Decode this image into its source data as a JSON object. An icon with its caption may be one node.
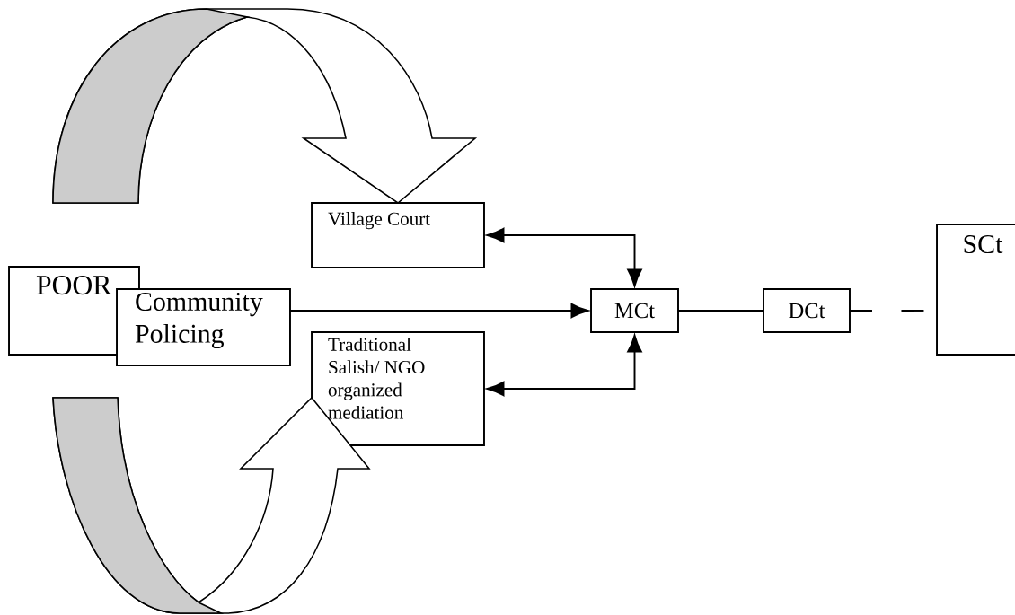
{
  "diagram": {
    "nodes": [
      {
        "text": [
          "POOR"
        ]
      },
      {
        "text": [
          "Community Policing"
        ]
      },
      {
        "text": [
          "Village Court"
        ]
      },
      {
        "text": [
          "Traditional Salish/ NGO organized mediation"
        ]
      },
      {
        "text": [
          "MCt"
        ]
      },
      {
        "text": [
          "DCt"
        ]
      },
      {
        "text": [
          "SCt"
        ]
      }
    ],
    "edges": [
      {
        "from": 1,
        "to": 4,
        "arrow": "to"
      },
      {
        "from": 4,
        "to": 2,
        "arrow": "both"
      },
      {
        "from": 4,
        "to": 3,
        "arrow": "both"
      },
      {
        "from": 4,
        "to": 5,
        "arrow": "none"
      },
      {
        "from": 5,
        "to": 6,
        "arrow": "none",
        "style": "dashed"
      },
      {
        "from": null,
        "to": 2,
        "arrow": "to"
      },
      {
        "from": null,
        "to": 3,
        "arrow": "to"
      }
    ]
  }
}
